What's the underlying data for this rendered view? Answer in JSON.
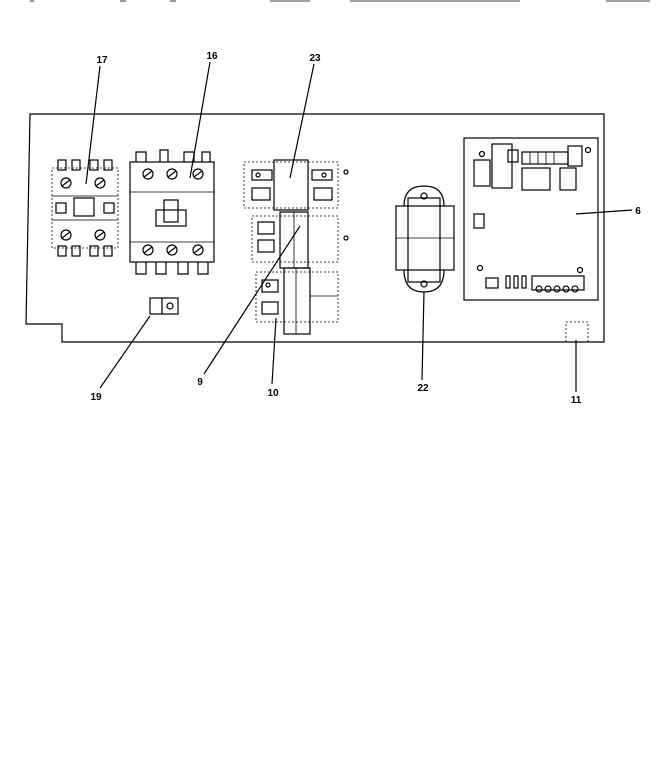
{
  "callouts": {
    "c17": "17",
    "c16": "16",
    "c23": "23",
    "c6": "6",
    "c19": "19",
    "c9": "9",
    "c10": "10",
    "c22": "22",
    "c11": "11"
  },
  "colors": {
    "ink": "#000000",
    "paper": "#ffffff"
  }
}
